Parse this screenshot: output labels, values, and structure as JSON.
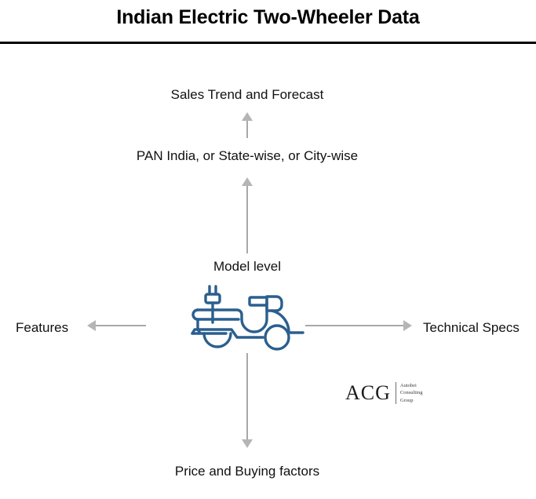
{
  "header": {
    "title": "Indian Electric Two-Wheeler Data"
  },
  "diagram": {
    "type": "radial-concept-map",
    "center": {
      "icon": "electric-scooter-icon",
      "label": "Model level",
      "icon_color": "#2a5f8f"
    },
    "arrow_color": "#a8a8a8",
    "nodes": {
      "top_outer": "Sales Trend and Forecast",
      "top_inner": "PAN India, or State-wise, or City-wise",
      "center": "Model level",
      "bottom": "Price and Buying factors",
      "left": "Features",
      "right": "Technical Specs"
    },
    "arrows": [
      {
        "name": "geo-to-sales",
        "direction": "up"
      },
      {
        "name": "model-to-geo",
        "direction": "up"
      },
      {
        "name": "model-to-price",
        "direction": "down"
      },
      {
        "name": "model-to-features",
        "direction": "left"
      },
      {
        "name": "model-to-technical-specs",
        "direction": "right"
      }
    ]
  },
  "logo": {
    "mark": "ACG",
    "sub_line1": "Autobei",
    "sub_line2": "Consulting",
    "sub_line3": "Group"
  }
}
